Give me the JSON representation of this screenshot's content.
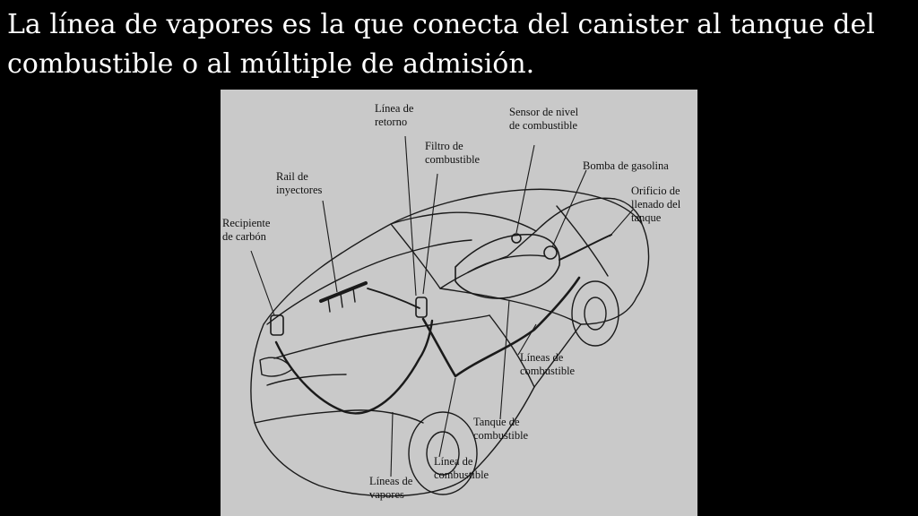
{
  "slide": {
    "title": "La línea de vapores es la que conecta del canister al tanque del combustible o al múltiple de admisión."
  },
  "diagram": {
    "labels": {
      "linea_retorno": "Línea de\nretorno",
      "sensor_nivel": "Sensor de nivel\nde combustible",
      "filtro": "Filtro de\ncombustible",
      "bomba": "Bomba de gasolina",
      "rail": "Rail de\ninyectores",
      "orificio": "Orificio de\nllenado del\ntanque",
      "recipiente": "Recipiente\nde carbón",
      "lineas_combustible": "Líneas de\ncombustible",
      "tanque": "Tanque de\ncombustible",
      "linea_combustible": "Línea de\ncombustible",
      "lineas_vapores": "Líneas de\nvapores"
    }
  },
  "colors": {
    "slide_background": "#000000",
    "title_text": "#ffffff",
    "figure_background": "#c9c9c9",
    "drawing_ink": "#1a1a1a"
  }
}
